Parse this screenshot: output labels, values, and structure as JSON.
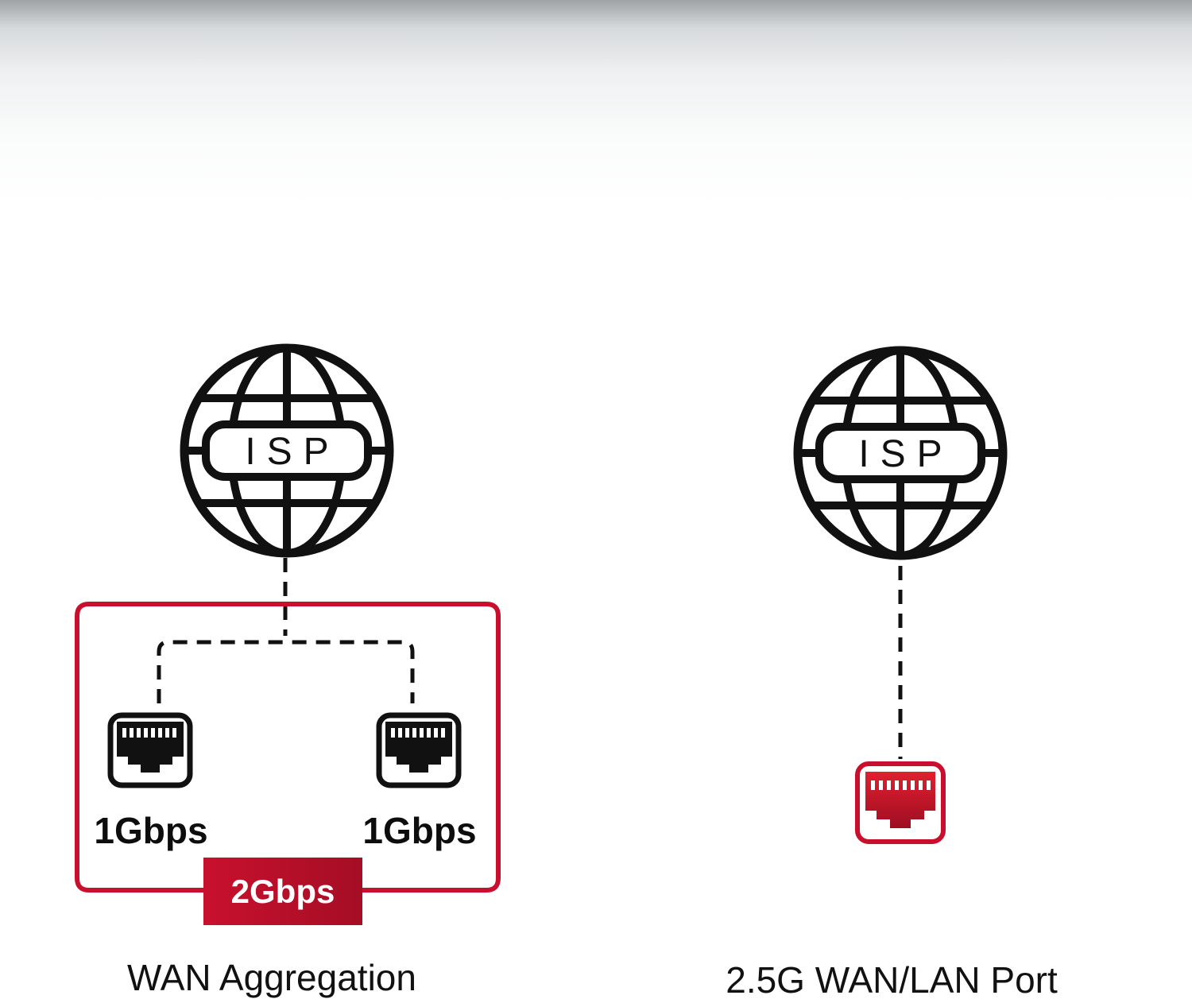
{
  "left_panel": {
    "globe_label": "ISP",
    "port_left_speed": "1Gbps",
    "port_right_speed": "1Gbps",
    "total_speed": "2Gbps",
    "caption": "WAN Aggregation",
    "accent_color": "#c8102e",
    "icons": [
      "globe-icon",
      "ethernet-port-icon",
      "ethernet-port-icon"
    ]
  },
  "right_panel": {
    "globe_label": "ISP",
    "caption": "2.5G WAN/LAN Port",
    "accent_color": "#c8102e",
    "icons": [
      "globe-icon",
      "ethernet-port-icon"
    ]
  }
}
